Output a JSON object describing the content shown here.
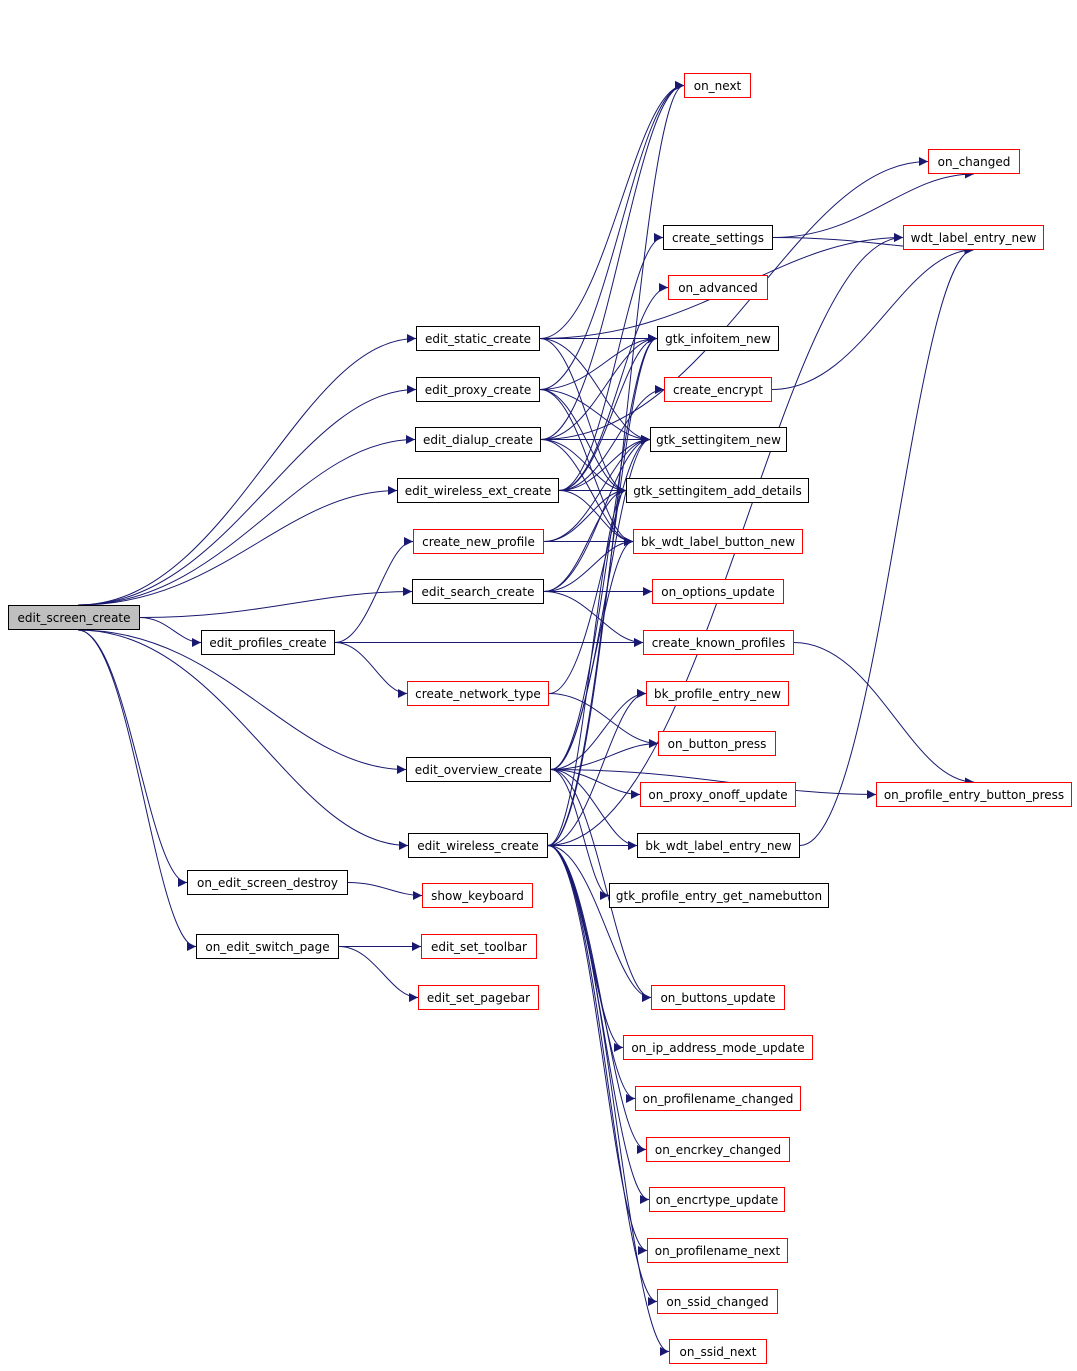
{
  "nodes": [
    {
      "id": "edit_screen_create",
      "label": "edit_screen_create",
      "kind": "root"
    },
    {
      "id": "edit_static_create",
      "label": "edit_static_create",
      "kind": "normal"
    },
    {
      "id": "edit_proxy_create",
      "label": "edit_proxy_create",
      "kind": "normal"
    },
    {
      "id": "edit_dialup_create",
      "label": "edit_dialup_create",
      "kind": "normal"
    },
    {
      "id": "edit_wireless_ext_create",
      "label": "edit_wireless_ext_create",
      "kind": "normal"
    },
    {
      "id": "create_new_profile",
      "label": "create_new_profile",
      "kind": "truncated"
    },
    {
      "id": "edit_search_create",
      "label": "edit_search_create",
      "kind": "normal"
    },
    {
      "id": "edit_profiles_create",
      "label": "edit_profiles_create",
      "kind": "normal"
    },
    {
      "id": "create_network_type",
      "label": "create_network_type",
      "kind": "truncated"
    },
    {
      "id": "edit_overview_create",
      "label": "edit_overview_create",
      "kind": "normal"
    },
    {
      "id": "edit_wireless_create",
      "label": "edit_wireless_create",
      "kind": "normal"
    },
    {
      "id": "on_edit_screen_destroy",
      "label": "on_edit_screen_destroy",
      "kind": "normal"
    },
    {
      "id": "on_edit_switch_page",
      "label": "on_edit_switch_page",
      "kind": "normal"
    },
    {
      "id": "show_keyboard",
      "label": "show_keyboard",
      "kind": "truncated"
    },
    {
      "id": "edit_set_toolbar",
      "label": "edit_set_toolbar",
      "kind": "truncated"
    },
    {
      "id": "edit_set_pagebar",
      "label": "edit_set_pagebar",
      "kind": "truncated"
    },
    {
      "id": "on_next",
      "label": "on_next",
      "kind": "truncated"
    },
    {
      "id": "create_settings",
      "label": "create_settings",
      "kind": "normal"
    },
    {
      "id": "on_advanced",
      "label": "on_advanced",
      "kind": "truncated"
    },
    {
      "id": "gtk_infoitem_new",
      "label": "gtk_infoitem_new",
      "kind": "normal"
    },
    {
      "id": "create_encrypt",
      "label": "create_encrypt",
      "kind": "truncated"
    },
    {
      "id": "gtk_settingitem_new",
      "label": "gtk_settingitem_new",
      "kind": "normal"
    },
    {
      "id": "gtk_settingitem_add_details",
      "label": "gtk_settingitem_add_details",
      "kind": "normal"
    },
    {
      "id": "bk_wdt_label_button_new",
      "label": "bk_wdt_label_button_new",
      "kind": "truncated"
    },
    {
      "id": "on_options_update",
      "label": "on_options_update",
      "kind": "truncated"
    },
    {
      "id": "create_known_profiles",
      "label": "create_known_profiles",
      "kind": "truncated"
    },
    {
      "id": "bk_profile_entry_new",
      "label": "bk_profile_entry_new",
      "kind": "truncated"
    },
    {
      "id": "on_button_press",
      "label": "on_button_press",
      "kind": "truncated"
    },
    {
      "id": "on_proxy_onoff_update",
      "label": "on_proxy_onoff_update",
      "kind": "truncated"
    },
    {
      "id": "bk_wdt_label_entry_new",
      "label": "bk_wdt_label_entry_new",
      "kind": "normal"
    },
    {
      "id": "gtk_profile_entry_get_namebutton",
      "label": "gtk_profile_entry_get_namebutton",
      "kind": "normal"
    },
    {
      "id": "on_buttons_update",
      "label": "on_buttons_update",
      "kind": "truncated"
    },
    {
      "id": "on_ip_address_mode_update",
      "label": "on_ip_address_mode_update",
      "kind": "truncated"
    },
    {
      "id": "on_profilename_changed",
      "label": "on_profilename_changed",
      "kind": "truncated"
    },
    {
      "id": "on_encrkey_changed",
      "label": "on_encrkey_changed",
      "kind": "truncated"
    },
    {
      "id": "on_encrtype_update",
      "label": "on_encrtype_update",
      "kind": "truncated"
    },
    {
      "id": "on_profilename_next",
      "label": "on_profilename_next",
      "kind": "truncated"
    },
    {
      "id": "on_ssid_changed",
      "label": "on_ssid_changed",
      "kind": "truncated"
    },
    {
      "id": "on_ssid_next",
      "label": "on_ssid_next",
      "kind": "truncated"
    },
    {
      "id": "on_changed",
      "label": "on_changed",
      "kind": "truncated"
    },
    {
      "id": "wdt_label_entry_new",
      "label": "wdt_label_entry_new",
      "kind": "truncated"
    },
    {
      "id": "on_profile_entry_button_press",
      "label": "on_profile_entry_button_press",
      "kind": "truncated"
    }
  ],
  "edges": [
    [
      "edit_screen_create",
      "edit_static_create"
    ],
    [
      "edit_screen_create",
      "edit_proxy_create"
    ],
    [
      "edit_screen_create",
      "edit_dialup_create"
    ],
    [
      "edit_screen_create",
      "edit_wireless_ext_create"
    ],
    [
      "edit_screen_create",
      "edit_search_create"
    ],
    [
      "edit_screen_create",
      "edit_profiles_create"
    ],
    [
      "edit_screen_create",
      "edit_overview_create"
    ],
    [
      "edit_screen_create",
      "edit_wireless_create"
    ],
    [
      "edit_screen_create",
      "on_edit_screen_destroy"
    ],
    [
      "edit_screen_create",
      "on_edit_switch_page"
    ],
    [
      "edit_static_create",
      "on_next"
    ],
    [
      "edit_static_create",
      "gtk_infoitem_new"
    ],
    [
      "edit_static_create",
      "gtk_settingitem_new"
    ],
    [
      "edit_static_create",
      "gtk_settingitem_add_details"
    ],
    [
      "edit_static_create",
      "wdt_label_entry_new"
    ],
    [
      "edit_proxy_create",
      "gtk_infoitem_new"
    ],
    [
      "edit_proxy_create",
      "gtk_settingitem_new"
    ],
    [
      "edit_proxy_create",
      "gtk_settingitem_add_details"
    ],
    [
      "edit_proxy_create",
      "on_next"
    ],
    [
      "edit_proxy_create",
      "bk_wdt_label_button_new"
    ],
    [
      "edit_dialup_create",
      "gtk_infoitem_new"
    ],
    [
      "edit_dialup_create",
      "gtk_settingitem_new"
    ],
    [
      "edit_dialup_create",
      "gtk_settingitem_add_details"
    ],
    [
      "edit_dialup_create",
      "bk_wdt_label_button_new"
    ],
    [
      "edit_dialup_create",
      "on_changed"
    ],
    [
      "edit_dialup_create",
      "on_next"
    ],
    [
      "edit_wireless_ext_create",
      "gtk_settingitem_add_details"
    ],
    [
      "edit_wireless_ext_create",
      "gtk_infoitem_new"
    ],
    [
      "edit_wireless_ext_create",
      "gtk_settingitem_new"
    ],
    [
      "edit_wireless_ext_create",
      "bk_wdt_label_button_new"
    ],
    [
      "edit_wireless_ext_create",
      "create_settings"
    ],
    [
      "edit_wireless_ext_create",
      "on_advanced"
    ],
    [
      "edit_wireless_ext_create",
      "create_encrypt"
    ],
    [
      "create_new_profile",
      "bk_wdt_label_button_new"
    ],
    [
      "create_new_profile",
      "gtk_settingitem_add_details"
    ],
    [
      "create_new_profile",
      "gtk_settingitem_new"
    ],
    [
      "edit_search_create",
      "on_options_update"
    ],
    [
      "edit_search_create",
      "gtk_settingitem_new"
    ],
    [
      "edit_search_create",
      "gtk_settingitem_add_details"
    ],
    [
      "edit_search_create",
      "bk_wdt_label_button_new"
    ],
    [
      "edit_search_create",
      "create_known_profiles"
    ],
    [
      "edit_profiles_create",
      "create_new_profile"
    ],
    [
      "edit_profiles_create",
      "create_known_profiles"
    ],
    [
      "edit_profiles_create",
      "create_network_type"
    ],
    [
      "create_network_type",
      "gtk_settingitem_new"
    ],
    [
      "create_network_type",
      "on_button_press"
    ],
    [
      "create_settings",
      "wdt_label_entry_new"
    ],
    [
      "create_settings",
      "on_changed"
    ],
    [
      "create_encrypt",
      "wdt_label_entry_new"
    ],
    [
      "create_known_profiles",
      "on_profile_entry_button_press"
    ],
    [
      "edit_overview_create",
      "gtk_infoitem_new"
    ],
    [
      "edit_overview_create",
      "gtk_settingitem_new"
    ],
    [
      "edit_overview_create",
      "bk_profile_entry_new"
    ],
    [
      "edit_overview_create",
      "on_button_press"
    ],
    [
      "edit_overview_create",
      "on_proxy_onoff_update"
    ],
    [
      "edit_overview_create",
      "bk_wdt_label_entry_new"
    ],
    [
      "edit_overview_create",
      "gtk_profile_entry_get_namebutton"
    ],
    [
      "edit_overview_create",
      "on_buttons_update"
    ],
    [
      "edit_overview_create",
      "on_profile_entry_button_press"
    ],
    [
      "edit_overview_create",
      "bk_wdt_label_button_new"
    ],
    [
      "edit_wireless_create",
      "bk_wdt_label_entry_new"
    ],
    [
      "edit_wireless_create",
      "gtk_infoitem_new"
    ],
    [
      "edit_wireless_create",
      "gtk_settingitem_add_details"
    ],
    [
      "edit_wireless_create",
      "bk_profile_entry_new"
    ],
    [
      "edit_wireless_create",
      "on_buttons_update"
    ],
    [
      "edit_wireless_create",
      "on_ip_address_mode_update"
    ],
    [
      "edit_wireless_create",
      "on_profilename_changed"
    ],
    [
      "edit_wireless_create",
      "on_encrkey_changed"
    ],
    [
      "edit_wireless_create",
      "on_encrtype_update"
    ],
    [
      "edit_wireless_create",
      "on_profilename_next"
    ],
    [
      "edit_wireless_create",
      "on_ssid_changed"
    ],
    [
      "edit_wireless_create",
      "on_ssid_next"
    ],
    [
      "edit_wireless_create",
      "on_next"
    ],
    [
      "edit_wireless_create",
      "wdt_label_entry_new"
    ],
    [
      "bk_wdt_label_entry_new",
      "wdt_label_entry_new"
    ],
    [
      "on_edit_screen_destroy",
      "show_keyboard"
    ],
    [
      "on_edit_switch_page",
      "edit_set_toolbar"
    ],
    [
      "on_edit_switch_page",
      "edit_set_pagebar"
    ]
  ],
  "colors": {
    "edge": "#191970",
    "root_fill": "#bfbfbf",
    "truncated_border": "#ff0000",
    "normal_border": "#000000"
  }
}
